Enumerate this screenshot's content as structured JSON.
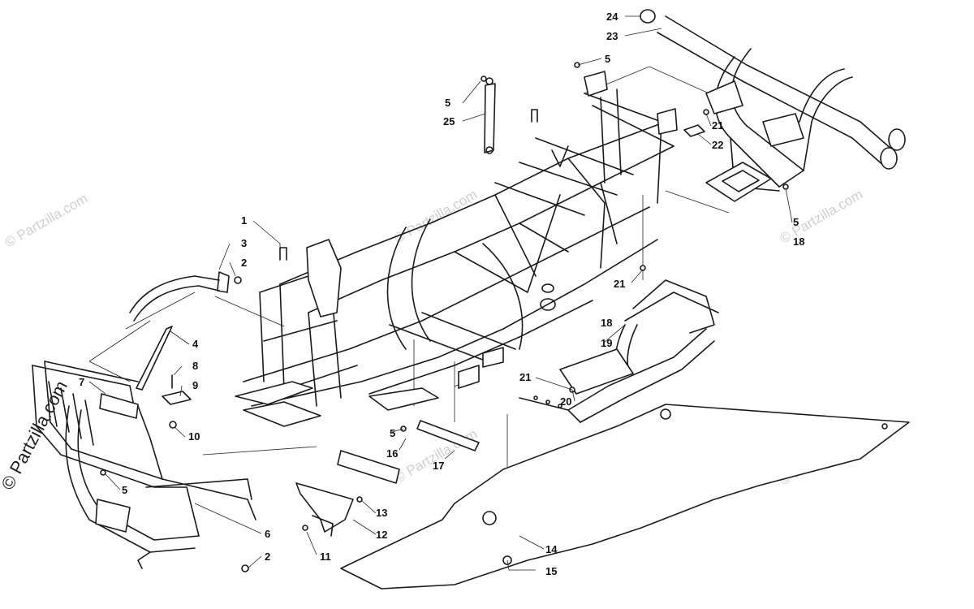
{
  "watermark": {
    "text": "© Partzilla.com",
    "main_text": "© Partzilla.com"
  },
  "callouts": {
    "c1": "1",
    "c2a": "2",
    "c2b": "2",
    "c3": "3",
    "c4": "4",
    "c5a": "5",
    "c5b": "5",
    "c5c": "5",
    "c5d": "5",
    "c5e": "5",
    "c6": "6",
    "c7": "7",
    "c8": "8",
    "c9": "9",
    "c10": "10",
    "c11": "11",
    "c12": "12",
    "c13": "13",
    "c14": "14",
    "c15": "15",
    "c16": "16",
    "c17": "17",
    "c18a": "18",
    "c18b": "18",
    "c19": "19",
    "c20": "20",
    "c21a": "21",
    "c21b": "21",
    "c21c": "21",
    "c22": "22",
    "c23": "23",
    "c24": "24",
    "c25": "25"
  }
}
